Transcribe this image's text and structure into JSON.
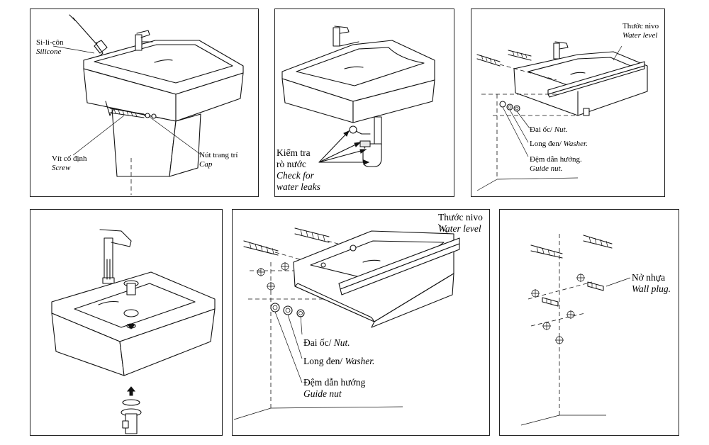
{
  "panels": {
    "p1": {
      "silicone_vi": "Si-li-côn",
      "silicone_en": "Silicone",
      "screw_vi": "Vít cố định",
      "screw_en": "Screw",
      "cap_vi": "Nút trang trí",
      "cap_en": "Cap"
    },
    "p2": {
      "check_vi_1": "Kiểm tra",
      "check_vi_2": "rò nước",
      "check_en_1": "Check for",
      "check_en_2": "water leaks"
    },
    "p3": {
      "level_vi": "Thước nivo",
      "level_en": "Water level",
      "nut_vi": "Đai ốc/",
      "nut_en": "Nut.",
      "washer_vi": "Long đen/",
      "washer_en": "Washer.",
      "guide_vi": "Đệm dẫn hướng.",
      "guide_en": "Guide nut."
    },
    "p4": {},
    "p5": {
      "level_vi": "Thước nivo",
      "level_en": "Water level",
      "nut_vi": "Đai ốc/",
      "nut_en": "Nut.",
      "washer_vi": "Long đen/",
      "washer_en": "Washer.",
      "guide_vi": "Đệm dẫn hướng",
      "guide_en": "Guide nut"
    },
    "p6": {
      "plug_vi": "Nở nhựa",
      "plug_en": "Wall plug."
    }
  }
}
